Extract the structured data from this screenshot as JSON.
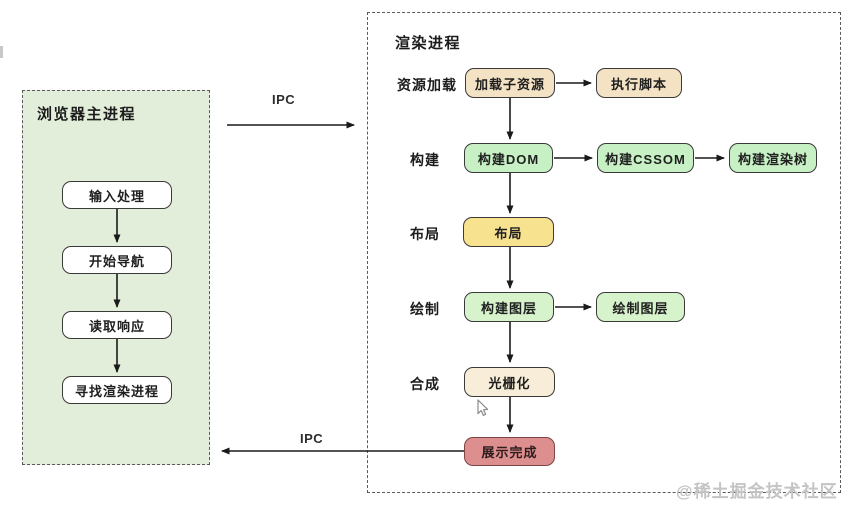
{
  "left_panel": {
    "title": "浏览器主进程",
    "nodes": [
      {
        "label": "输入处理"
      },
      {
        "label": "开始导航"
      },
      {
        "label": "读取响应"
      },
      {
        "label": "寻找渲染进程"
      }
    ]
  },
  "right_panel": {
    "title": "渲染进程",
    "row_labels": [
      "资源加载",
      "构建",
      "布局",
      "绘制",
      "合成"
    ],
    "nodes": {
      "load_subresource": {
        "label": "加载子资源"
      },
      "execute_script": {
        "label": "执行脚本"
      },
      "build_dom": {
        "label": "构建DOM"
      },
      "build_cssom": {
        "label": "构建CSSOM"
      },
      "build_render_tree": {
        "label": "构建渲染树"
      },
      "layout": {
        "label": "布局"
      },
      "build_layers": {
        "label": "构建图层"
      },
      "paint_layers": {
        "label": "绘制图层"
      },
      "rasterize": {
        "label": "光栅化"
      },
      "display_complete": {
        "label": "展示完成"
      }
    }
  },
  "ipc": {
    "top": "IPC",
    "bottom": "IPC"
  },
  "watermark": "@稀土掘金技术社区",
  "colors": {
    "left_panel_bg": "#e3eeda",
    "resource_stage": "#f3e2c3",
    "build_stage": "#c7f1c5",
    "layout_stage": "#f7e290",
    "paint_stage": "#d7f3cc",
    "composite_stage": "#f7edd8",
    "complete_stage": "#dd8e8e",
    "arrow": "#1a1a1a"
  }
}
